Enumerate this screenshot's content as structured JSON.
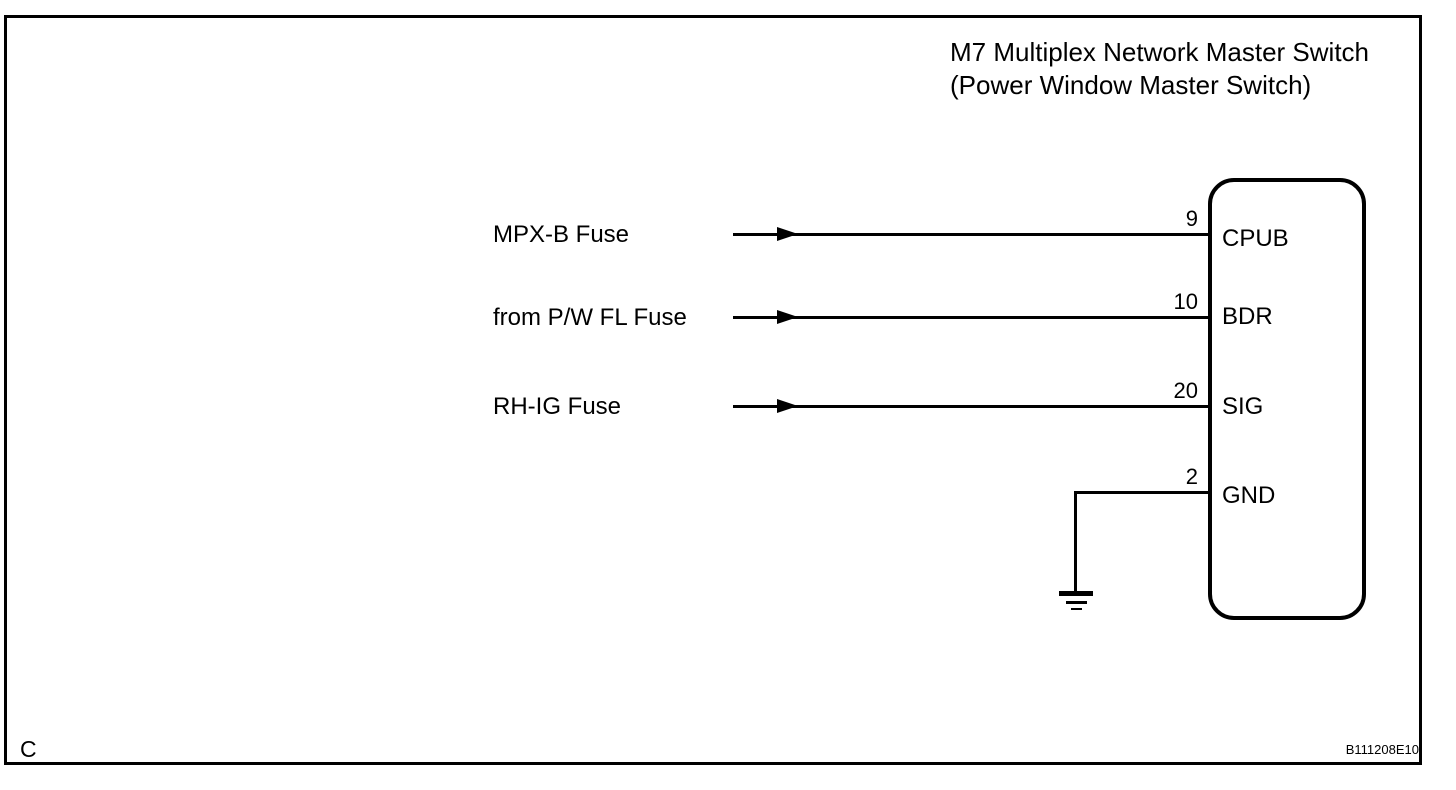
{
  "diagram": {
    "title": {
      "line1": "M7 Multiplex Network Master Switch",
      "line2": "(Power Window Master Switch)"
    },
    "component": {
      "designator": "M7",
      "pins": [
        {
          "number": "9",
          "name": "CPUB",
          "source_label": "MPX-B Fuse"
        },
        {
          "number": "10",
          "name": "BDR",
          "source_label": "from P/W FL Fuse"
        },
        {
          "number": "20",
          "name": "SIG",
          "source_label": "RH-IG Fuse"
        },
        {
          "number": "2",
          "name": "GND",
          "source_label": "",
          "grounded": true
        }
      ]
    },
    "footer": {
      "panel_label": "C",
      "figure_code": "B111208E10"
    },
    "colors": {
      "line": "#000000",
      "background": "#ffffff"
    }
  }
}
